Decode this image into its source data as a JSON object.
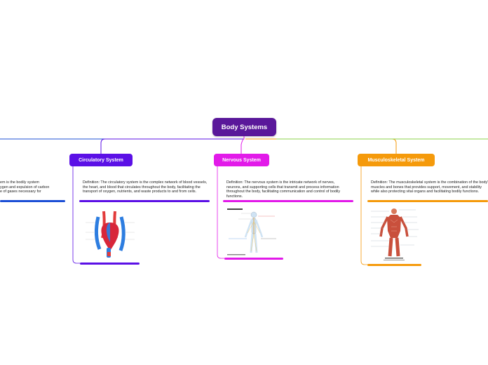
{
  "root": {
    "label": "Body Systems"
  },
  "colors": {
    "root": "#5a189a",
    "respiratory": "#1c4fd6",
    "circulatory": "#5b10e6",
    "nervous": "#e21ae9",
    "musculoskeletal": "#f59a0b",
    "offscreen_branch": "#8bd34a"
  },
  "topics": {
    "respiratory": {
      "definition_lines": [
        "em is the bodily system",
        "ygen and expulsion of carbon",
        "e of gases necessary for"
      ]
    },
    "circulatory": {
      "label": "Circulatory System",
      "definition": "Definition: The circulatory system is the complex network of blood vessels, the heart, and blood that circulates throughout the body, facilitating the transport of oxygen, nutrients, and waste products to and from cells.",
      "image_icon": "heart-diagram-icon"
    },
    "nervous": {
      "label": "Nervous System",
      "definition": "Definition: The nervous system is the intricate network of nerves, neurons, and supporting cells that transmit and process information throughout the body, facilitating communication and control of bodily functions.",
      "image_icon": "nervous-system-figure-icon"
    },
    "musculoskeletal": {
      "label": "Musculoskeletal System",
      "definition": "Definition: The musculoskeletal system is the combination of the body's muscles and bones that provides support, movement, and stability while also protecting vital organs and facilitating bodily functions.",
      "image_icon": "muscle-anatomy-figure-icon"
    }
  }
}
